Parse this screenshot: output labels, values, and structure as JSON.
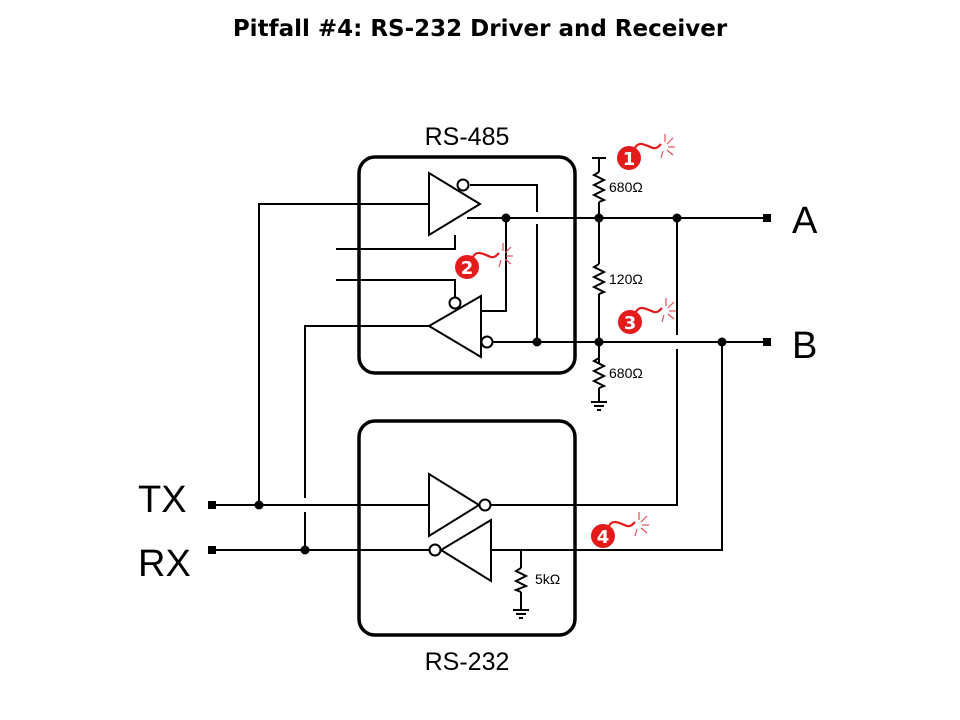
{
  "title": "Pitfall #4: RS-232 Driver and Receiver",
  "blocks": {
    "rs485_label": "RS-485",
    "rs232_label": "RS-232"
  },
  "ports": {
    "a": "A",
    "b": "B",
    "tx": "TX",
    "rx": "RX"
  },
  "resistors": {
    "pullup": "680Ω",
    "termination": "120Ω",
    "pulldown": "680Ω",
    "rs232_input": "5kΩ"
  },
  "pitfall_markers": [
    "1",
    "2",
    "3",
    "4"
  ],
  "colors": {
    "marker": "#e31b1b",
    "line": "#000000"
  }
}
